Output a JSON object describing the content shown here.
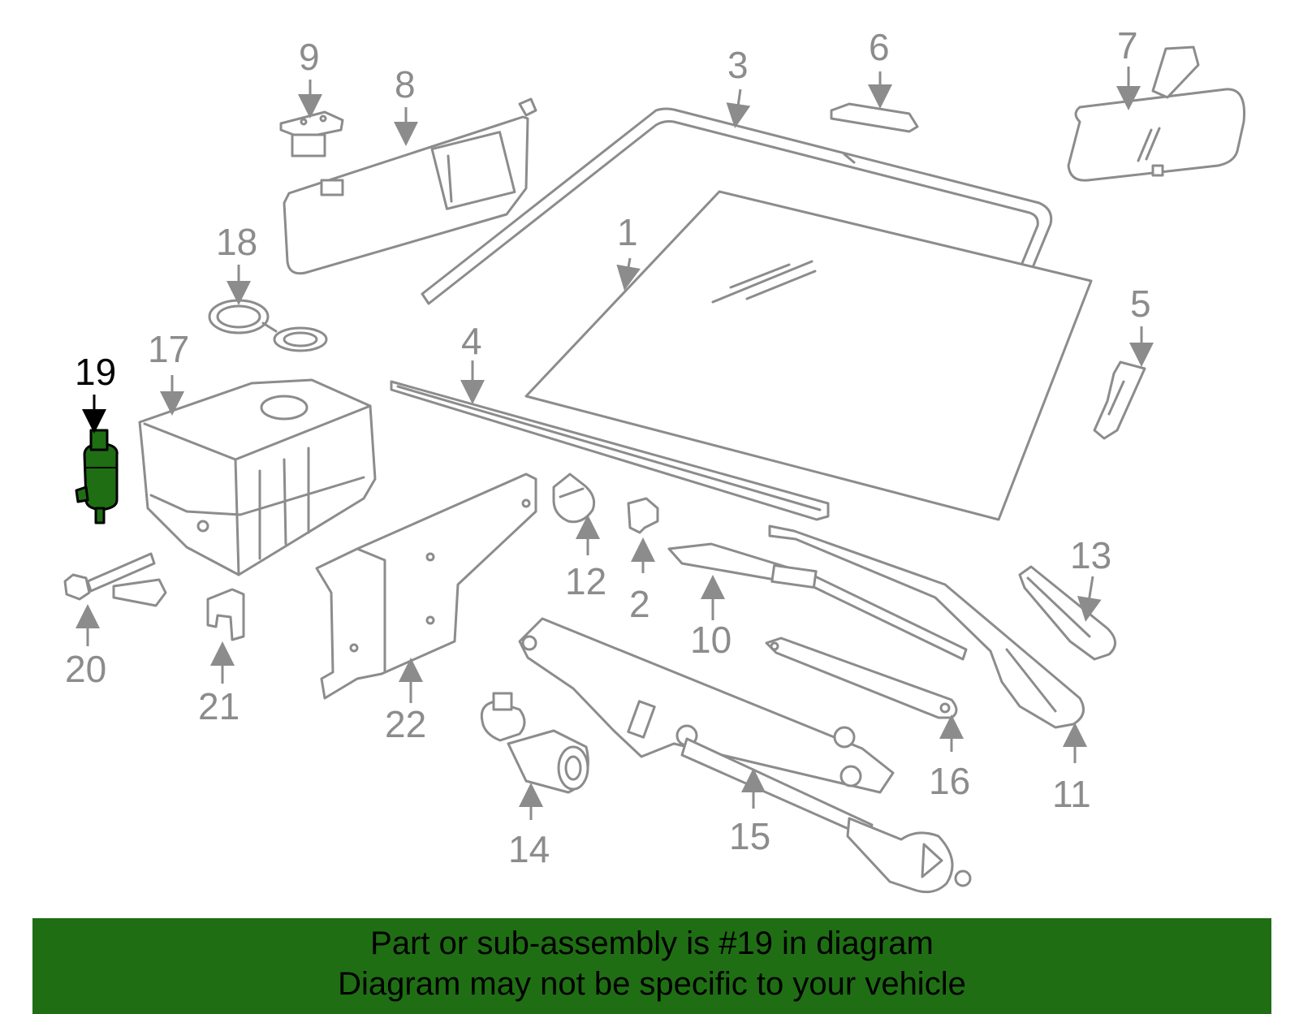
{
  "callouts": {
    "c1": "1",
    "c2": "2",
    "c3": "3",
    "c4": "4",
    "c5": "5",
    "c6": "6",
    "c7": "7",
    "c8": "8",
    "c9": "9",
    "c10": "10",
    "c11": "11",
    "c12": "12",
    "c13": "13",
    "c14": "14",
    "c15": "15",
    "c16": "16",
    "c17": "17",
    "c18": "18",
    "c19": "19",
    "c20": "20",
    "c21": "21",
    "c22": "22"
  },
  "highlight": {
    "part": "19",
    "color": "#1f6e14"
  },
  "banner": {
    "line1": "Part or sub-assembly is #19 in diagram",
    "line2": "Diagram may not be specific to your vehicle"
  }
}
